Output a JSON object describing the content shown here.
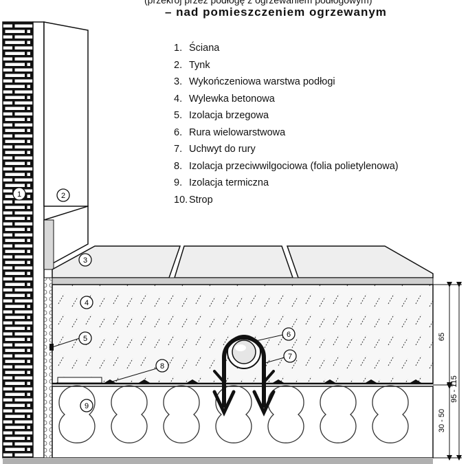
{
  "header": {
    "top_cut_text": "(przekrój przez podłogę z ogrzewaniem podłogowym)",
    "title": "– nad pomieszczeniem ogrzewanym"
  },
  "legend": {
    "items": [
      {
        "num": "1.",
        "label": "Ściana"
      },
      {
        "num": "2.",
        "label": "Tynk"
      },
      {
        "num": "3.",
        "label": "Wykończeniowa warstwa podłogi"
      },
      {
        "num": "4.",
        "label": "Wylewka betonowa"
      },
      {
        "num": "5.",
        "label": "Izolacja brzegowa"
      },
      {
        "num": "6.",
        "label": "Rura wielowarstwowa"
      },
      {
        "num": "7.",
        "label": "Uchwyt do rury"
      },
      {
        "num": "8.",
        "label": "Izolacja przeciwwilgociowa (folia polietylenowa)"
      },
      {
        "num": "9.",
        "label": "Izolacja termiczna"
      },
      {
        "num": "10.",
        "label": "Strop"
      }
    ]
  },
  "callouts": [
    "1",
    "2",
    "3",
    "4",
    "5",
    "6",
    "7",
    "8",
    "9"
  ],
  "dimensions": {
    "screed": "65",
    "insulation": "30 - 50",
    "total": "95 - 115"
  },
  "colors": {
    "line": "#111111",
    "wall_fill": "#e8e8e8",
    "slab": "#b0b0b0",
    "finish_top": "#eeeeee",
    "finish_front": "#cfcfcf"
  }
}
